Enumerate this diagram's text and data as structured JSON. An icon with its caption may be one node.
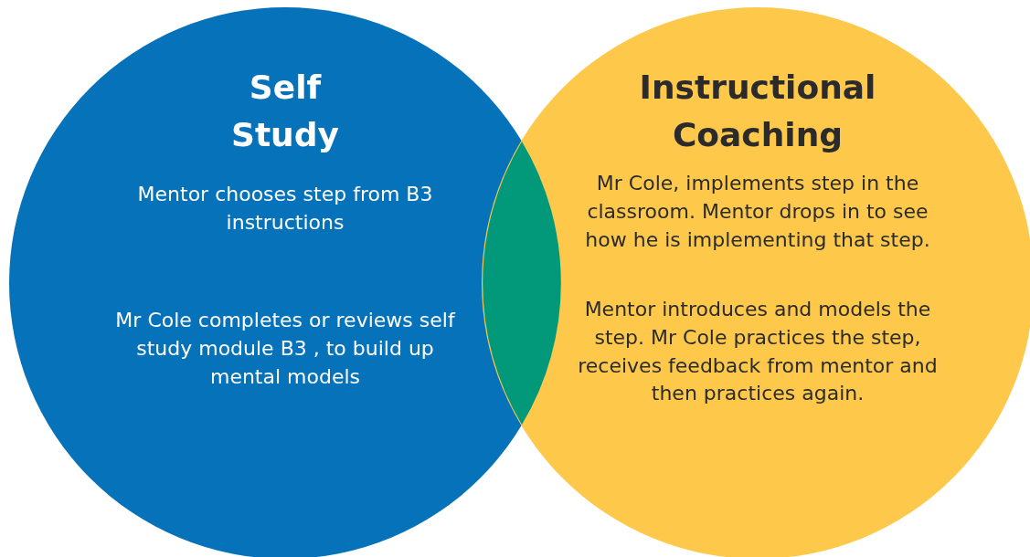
{
  "diagram": {
    "nodes": [
      {
        "text": [
          "Self Study",
          "Mentor chooses step from B3 instructions",
          "Mr Cole completes or reviews self study  module B3 , to build up mental models"
        ]
      },
      {
        "text": [
          "Instructional Coaching",
          "Mr Cole, implements step in the classroom. Mentor drops in to see how he is implementing that step.",
          "Mentor introduces and models the step. Mr Cole practices the step, receives feedback from mentor and then practices again."
        ]
      },
      {
        "text": [],
        "shape": "lens"
      }
    ]
  }
}
